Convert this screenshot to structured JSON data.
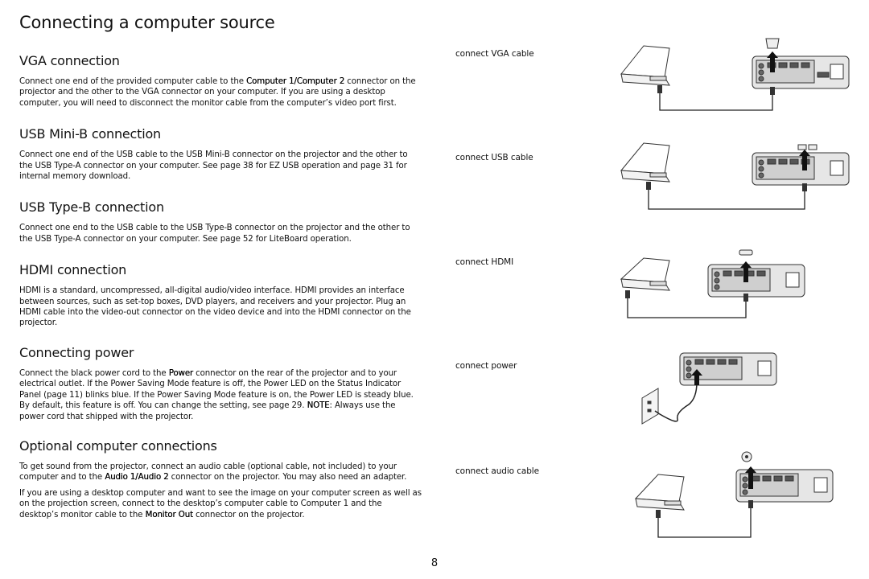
{
  "page_title": "Connecting a computer source",
  "sections": [
    {
      "heading": "VGA connection",
      "paragraphs": [
        [
          {
            "t": "Connect one end of the provided computer cable to the "
          },
          {
            "t": "Computer 1/Computer 2",
            "b": true
          },
          {
            "t": " connector on the projector and the other to the VGA connector on your computer. If you are using a desktop computer, you will need to disconnect the monitor cable from the computer’s video port first."
          }
        ]
      ]
    },
    {
      "heading": "USB Mini-B connection",
      "paragraphs": [
        [
          {
            "t": "Connect one end of the USB cable to the USB Mini-B connector on the projector and the other to the USB Type-A connector on your computer. See page 38 for EZ USB operation and page 31 for internal memory download."
          }
        ]
      ]
    },
    {
      "heading": "USB Type-B connection",
      "paragraphs": [
        [
          {
            "t": "Connect one end to the USB cable to the USB Type-B connector on the projector and the other to the USB Type-A connector on your computer. See page 52 for LiteBoard operation."
          }
        ]
      ]
    },
    {
      "heading": "HDMI connection",
      "paragraphs": [
        [
          {
            "t": "HDMI is a standard, uncompressed, all-digital audio/video interface. HDMI provides an interface between sources, such as set-top boxes, DVD players, and receivers and your projector. Plug an HDMI cable into the video-out connector on the video device and into the HDMI connector on the projector."
          }
        ]
      ]
    },
    {
      "heading": "Connecting power",
      "paragraphs": [
        [
          {
            "t": "Connect the black power cord to the "
          },
          {
            "t": "Power",
            "b": true
          },
          {
            "t": " connector on the rear of the projector and to your electrical outlet. If the Power Saving Mode feature is off, the Power LED on the Status Indicator Panel (page 11) blinks blue. If the Power Saving Mode feature is on, the Power LED is steady blue. By default, this feature is off. You can change the setting, see page 29. "
          },
          {
            "t": "NOTE",
            "b": true
          },
          {
            "t": ": Always use the power cord that shipped with the projector."
          }
        ]
      ]
    },
    {
      "heading": "Optional computer connections",
      "paragraphs": [
        [
          {
            "t": "To get sound from the projector, connect an audio cable (optional cable, not included) to your computer and to the "
          },
          {
            "t": "Audio 1/Audio 2",
            "b": true
          },
          {
            "t": " connector on the projector. You may also need an adapter."
          }
        ],
        [
          {
            "t": "If you are using a desktop computer and want to see the image on your computer screen as well as on the projection screen, connect to the desktop’s computer cable to Computer 1 and the desktop’s monitor cable to the "
          },
          {
            "t": "Monitor Out",
            "b": true
          },
          {
            "t": " connector on the projector."
          }
        ]
      ]
    }
  ],
  "captions": {
    "vga": "connect VGA cable",
    "usb": "connect USB cable",
    "hdmi": "connect HDMI",
    "power": "connect power",
    "audio": "connect audio cable"
  },
  "page_number": "8"
}
